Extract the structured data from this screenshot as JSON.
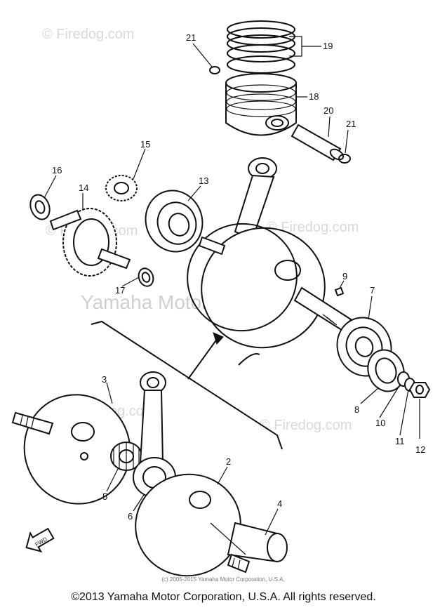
{
  "watermarks": [
    "© Firedog.com",
    "© Firedog.com",
    "© Firedog.com",
    "© Firedog.com",
    "© Firedog.com"
  ],
  "center_watermark": "Yamaha Motor Corp., U.S.A.",
  "fine_copyright": "(c) 2005-2015 Yamaha Motor Corporation, U.S.A.",
  "footer_copyright": "©2013 Yamaha Motor Corporation, U.S.A. All rights reserved.",
  "fwd_label": "FWD",
  "callouts": {
    "c21a": "21",
    "c19": "19",
    "c18": "18",
    "c20": "20",
    "c21b": "21",
    "c15": "15",
    "c16": "16",
    "c14": "14",
    "c13": "13",
    "c9": "9",
    "c7": "7",
    "c17": "17",
    "c3": "3",
    "c2": "2",
    "c4": "4",
    "c5": "5",
    "c6": "6",
    "c8": "8",
    "c10": "10",
    "c11": "11",
    "c12": "12"
  }
}
